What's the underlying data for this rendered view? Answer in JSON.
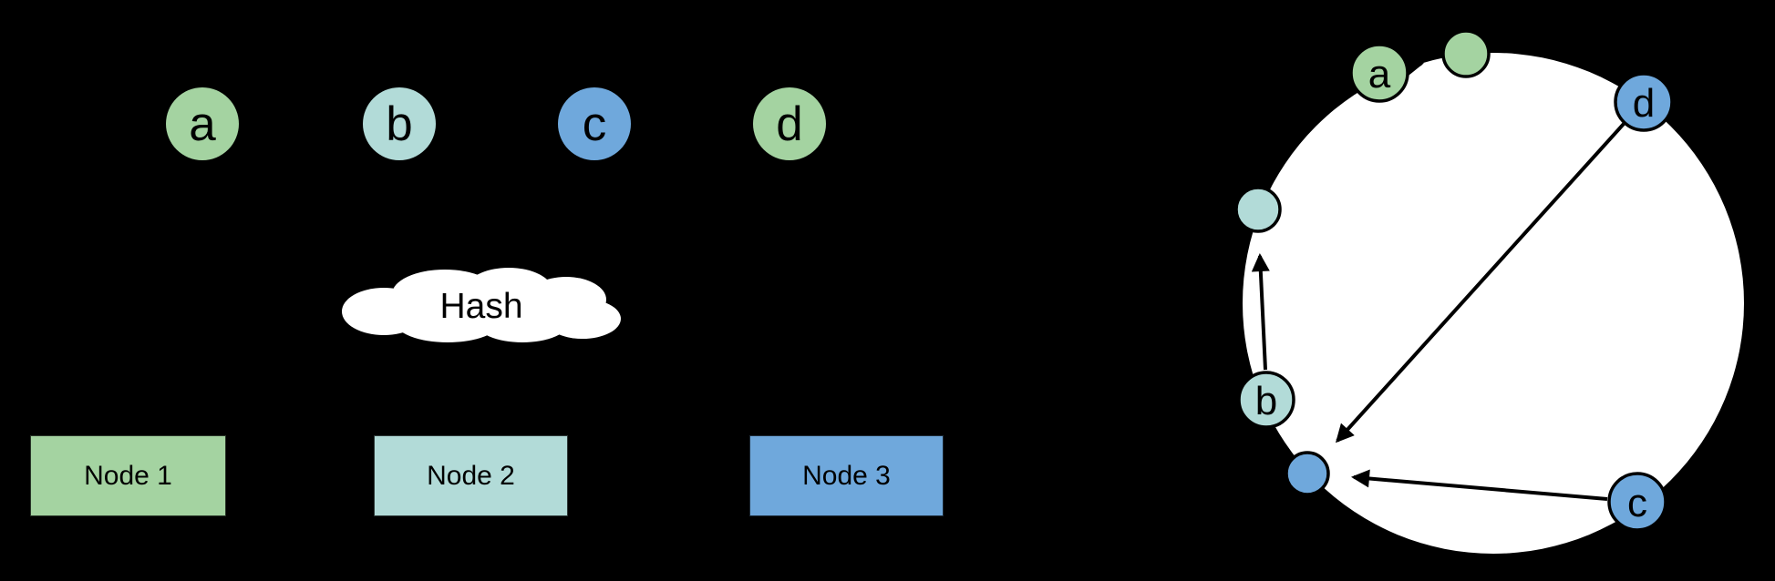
{
  "colors": {
    "background": "#000000",
    "green": "#a4d3a1",
    "teal": "#b2dbd8",
    "blue": "#6fa8dc",
    "ring_fill": "#ffffff",
    "cloud_fill": "#ffffff",
    "arrow": "#000000",
    "label_text": "#000000"
  },
  "hash_flow": {
    "keys": [
      {
        "label": "a",
        "color": "green"
      },
      {
        "label": "b",
        "color": "teal"
      },
      {
        "label": "c",
        "color": "blue"
      },
      {
        "label": "d",
        "color": "green"
      }
    ],
    "hash_label": "Hash",
    "nodes": [
      {
        "label": "Node 1",
        "color": "green"
      },
      {
        "label": "Node 2",
        "color": "teal"
      },
      {
        "label": "Node 3",
        "color": "blue"
      }
    ]
  },
  "ring": {
    "keys_on_ring": [
      {
        "label": "a",
        "color": "green"
      },
      {
        "label": "b",
        "color": "teal"
      },
      {
        "label": "c",
        "color": "blue"
      },
      {
        "label": "d",
        "color": "blue"
      }
    ],
    "node_markers": [
      {
        "name": "green-marker",
        "color": "green"
      },
      {
        "name": "teal-marker",
        "color": "teal"
      },
      {
        "name": "blue-marker",
        "color": "blue"
      }
    ],
    "arrows": [
      {
        "from": "a",
        "to": "green-marker"
      },
      {
        "from": "b",
        "to": "teal-marker"
      },
      {
        "from": "d",
        "to": "blue-marker"
      },
      {
        "from": "c",
        "to": "blue-marker"
      }
    ]
  }
}
